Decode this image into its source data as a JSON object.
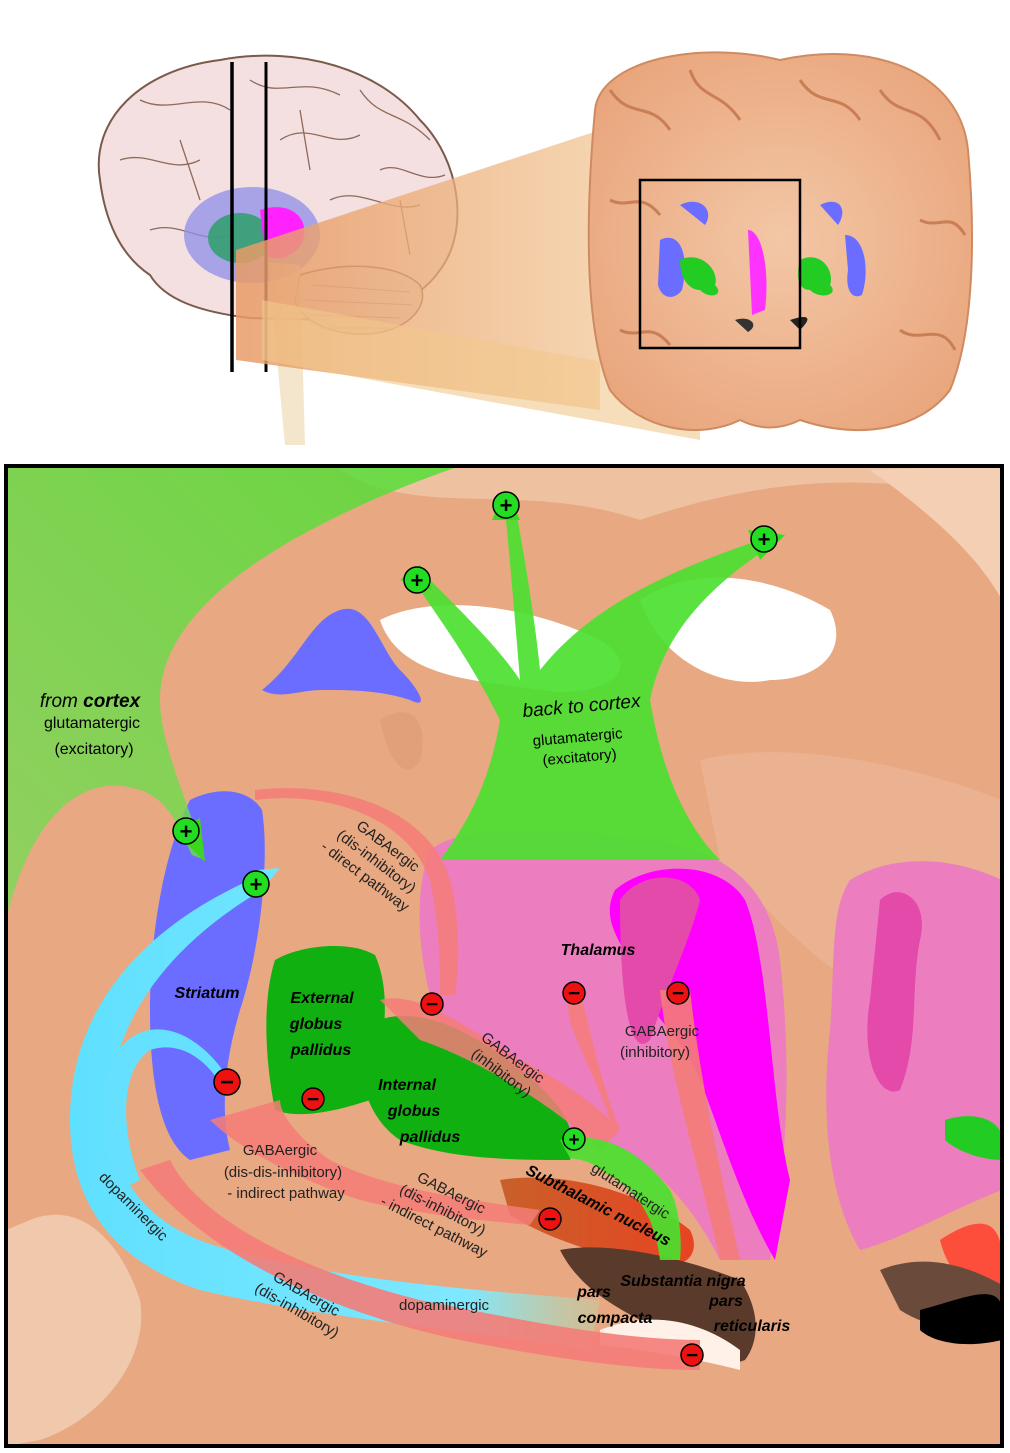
{
  "labels": {
    "from": "from",
    "cortex": "cortex",
    "glutamatergic_in": "glutamatergic",
    "excitatory_in": "(excitatory)",
    "back_to_cortex": "back to cortex",
    "glutamatergic_out": "glutamatergic",
    "excitatory_out": "(excitatory)",
    "direct_1": "GABAergic",
    "direct_2": "(dis-inhibitory)",
    "direct_3": "- direct pathway",
    "striatum": "Striatum",
    "egp_1": "External",
    "egp_2": "globus",
    "egp_3": "pallidus",
    "igp_1": "Internal",
    "igp_2": "globus",
    "igp_3": "pallidus",
    "thalamus": "Thalamus",
    "gaba_inh_1": "GABAergic",
    "gaba_inh_2": "(inhibitory)",
    "gaba_thal_1": "GABAergic",
    "gaba_thal_2": "(inhibitory)",
    "indirect_dd_1": "GABAergic",
    "indirect_dd_2": "(dis-dis-inhibitory)",
    "indirect_dd_3": "- indirect pathway",
    "indirect_d_1": "GABAergic",
    "indirect_d_2": "(dis-inhibitory)",
    "indirect_d_3": "- indirect pathway",
    "glut_stn": "glutamatergic",
    "stn": "Subthalamic nucleus",
    "dopaminergic_left": "dopaminergic",
    "dopaminergic_bottom": "dopaminergic",
    "gaba_snr_1": "GABAergic",
    "gaba_snr_2": "(dis-inhibitory)",
    "substantia_nigra": "Substantia nigra",
    "pars_c1": "pars",
    "pars_c2": "compacta",
    "pars_r1": "pars",
    "pars_r2": "reticularis"
  },
  "signs": {
    "plus": "+",
    "minus": "−"
  },
  "colors": {
    "excitatory_green": "#33dd22",
    "inhibitory_red": "#ee1111",
    "gaba_pink": "#f08080",
    "dopamine_cyan": "#66e0ff",
    "striatum_blue": "#6a6dff",
    "gp_green": "#11b011",
    "thalamus_magenta": "#ff00ff",
    "brain_tissue": "#e8a57c"
  }
}
